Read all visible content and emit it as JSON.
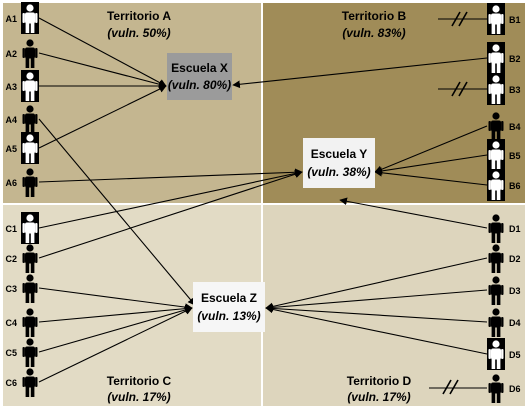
{
  "territories": [
    {
      "id": "A",
      "title": "Territorio A",
      "vuln": "(vuln. 50%)",
      "fill": "#c4b690"
    },
    {
      "id": "B",
      "title": "Territorio B",
      "vuln": "(vuln. 83%)",
      "fill": "#a08c58"
    },
    {
      "id": "C",
      "title": "Territorio C",
      "vuln": "(vuln. 17%)",
      "fill": "#e2dbc5"
    },
    {
      "id": "D",
      "title": "Territorio D",
      "vuln": "(vuln. 17%)",
      "fill": "#ddd5bd"
    }
  ],
  "schools": [
    {
      "id": "X",
      "name": "Escuela X",
      "vuln": "(vuln. 80%)",
      "fill": "#9b9b9b"
    },
    {
      "id": "Y",
      "name": "Escuela Y",
      "vuln": "(vuln. 38%)",
      "fill": "#f2f2f2"
    },
    {
      "id": "Z",
      "name": "Escuela Z",
      "vuln": "(vuln. 13%)",
      "fill": "#f6f6f6"
    }
  ],
  "people": [
    {
      "label": "A1",
      "style": "white",
      "target": "X",
      "blocked": false
    },
    {
      "label": "A2",
      "style": "black",
      "target": "X",
      "blocked": false
    },
    {
      "label": "A3",
      "style": "white",
      "target": "X",
      "blocked": false
    },
    {
      "label": "A4",
      "style": "black",
      "target": "Z",
      "blocked": false
    },
    {
      "label": "A5",
      "style": "white",
      "target": "X",
      "blocked": false
    },
    {
      "label": "A6",
      "style": "black",
      "target": "Y",
      "blocked": false
    },
    {
      "label": "B1",
      "style": "white",
      "target": null,
      "blocked": true
    },
    {
      "label": "B2",
      "style": "white",
      "target": "X",
      "blocked": false
    },
    {
      "label": "B3",
      "style": "white",
      "target": null,
      "blocked": true
    },
    {
      "label": "B4",
      "style": "black",
      "target": "Y",
      "blocked": false
    },
    {
      "label": "B5",
      "style": "white",
      "target": "Y",
      "blocked": false
    },
    {
      "label": "B6",
      "style": "white",
      "target": "Y",
      "blocked": false
    },
    {
      "label": "C1",
      "style": "white",
      "target": "Y",
      "blocked": false
    },
    {
      "label": "C2",
      "style": "black",
      "target": "Y",
      "blocked": false
    },
    {
      "label": "C3",
      "style": "black",
      "target": "Z",
      "blocked": false
    },
    {
      "label": "C4",
      "style": "black",
      "target": "Z",
      "blocked": false
    },
    {
      "label": "C5",
      "style": "black",
      "target": "Z",
      "blocked": false
    },
    {
      "label": "C6",
      "style": "black",
      "target": "Z",
      "blocked": false
    },
    {
      "label": "D1",
      "style": "black",
      "target": "Y",
      "blocked": false
    },
    {
      "label": "D2",
      "style": "black",
      "target": "Z",
      "blocked": false
    },
    {
      "label": "D3",
      "style": "black",
      "target": "Z",
      "blocked": false
    },
    {
      "label": "D4",
      "style": "black",
      "target": "Z",
      "blocked": false
    },
    {
      "label": "D5",
      "style": "white",
      "target": "Z",
      "blocked": false
    },
    {
      "label": "D6",
      "style": "black",
      "target": null,
      "blocked": true
    }
  ],
  "colors": {
    "stroke": "#000000",
    "border": "#ffffff"
  }
}
